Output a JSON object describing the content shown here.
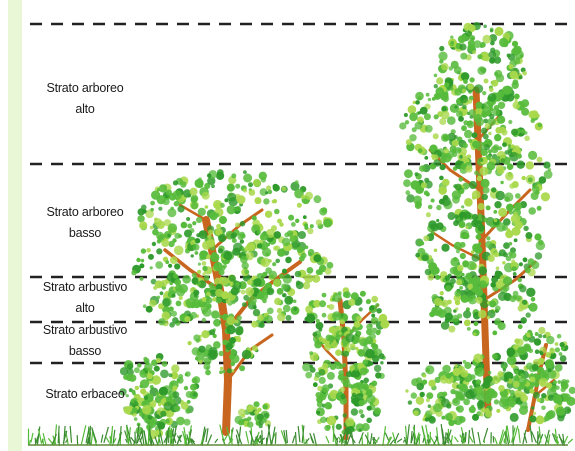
{
  "diagram": {
    "layers": [
      {
        "id": "arboreo-alto",
        "lines": [
          "Strato arboreo",
          "alto"
        ]
      },
      {
        "id": "arboreo-basso",
        "lines": [
          "Strato arboreo",
          "basso"
        ]
      },
      {
        "id": "arbustivo-alto",
        "lines": [
          "Strato arbustivo",
          "alto"
        ]
      },
      {
        "id": "arbustivo-basso",
        "lines": [
          "Strato arbustivo",
          "basso"
        ]
      },
      {
        "id": "erbaceo",
        "lines": [
          "Strato erbaceo"
        ]
      }
    ],
    "colors": {
      "background": "#ffffff",
      "left_band": "#e9f7d6",
      "dash": "#222222",
      "foliage_dark": "#2e9a2a",
      "foliage_mid": "#56bb3a",
      "foliage_light": "#a8d84a",
      "trunk": "#c8651f",
      "grass": "#3a8a30"
    }
  }
}
